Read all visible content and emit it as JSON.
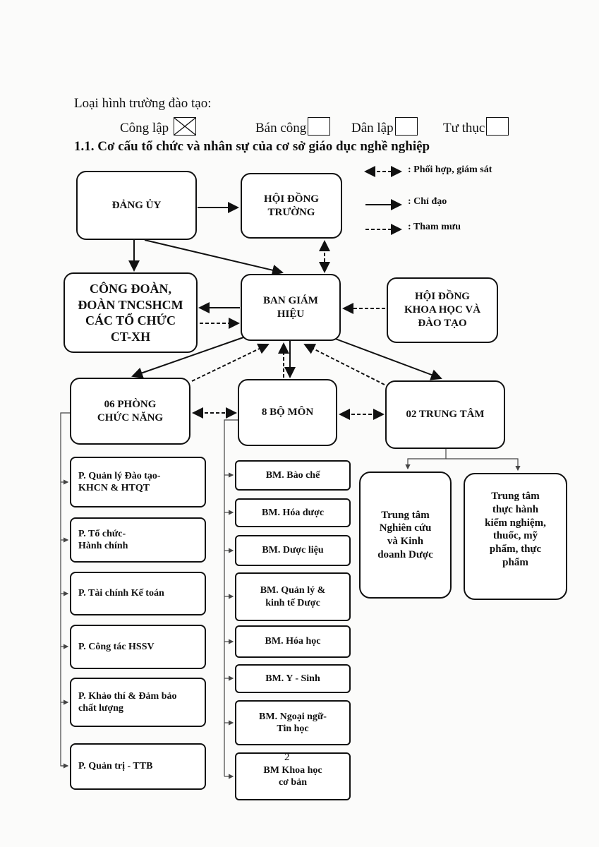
{
  "header": {
    "type_label": "Loại hình trường đào tạo:",
    "options": [
      {
        "label": "Công lập",
        "checked": true
      },
      {
        "label": "Bán công",
        "checked": false
      },
      {
        "label": "Dân lập",
        "checked": false
      },
      {
        "label": "Tư thục",
        "checked": false
      }
    ],
    "section_title": "1.1. Cơ cấu tổ chức và nhân sự của cơ sở giáo dục nghề nghiệp"
  },
  "legend": {
    "coordinate": ": Phối hợp, giám sát",
    "direct": ": Chỉ đạo",
    "advise": ": Tham mưu"
  },
  "nodes": {
    "dang_uy": "ĐẢNG ỦY",
    "hoi_dong_truong": "HỘI ĐỒNG\nTRƯỜNG",
    "cong_doan": "CÔNG ĐOÀN,\nĐOÀN TNCSHCM\nCÁC TỔ CHỨC\nCT-XH",
    "ban_giam_hieu": "BAN GIÁM\nHIỆU",
    "hd_khoa_hoc": "HỘI ĐỒNG\nKHOA HỌC VÀ\nĐÀO TẠO",
    "phong": "06 PHÒNG\nCHỨC NĂNG",
    "bo_mon": "8 BỘ MÔN",
    "trung_tam": "02 TRUNG TÂM"
  },
  "departments": [
    "P. Quản lý Đào tạo-\nKHCN & HTQT",
    "P. Tổ chức-\nHành chính",
    "P. Tài chính Kế toán",
    "P. Công tác HSSV",
    "P. Khảo thí & Đảm bảo\nchất lượng",
    "P. Quản trị - TTB"
  ],
  "subjects": [
    "BM. Bào chế",
    "BM. Hóa dược",
    "BM. Dược liệu",
    "BM. Quản lý &\nkinh tế Dược",
    "BM. Hóa học",
    "BM. Y - Sinh",
    "BM. Ngoại ngữ-\nTin học",
    "BM Khoa học\ncơ bản"
  ],
  "centers": [
    "Trung tâm\nNghiên cứu\nvà Kinh\ndoanh Dược",
    "Trung tâm\nthực hành\nkiểm nghiệm,\nthuốc, mỹ\nphẩm, thực\nphẩm"
  ],
  "page_number": "2"
}
